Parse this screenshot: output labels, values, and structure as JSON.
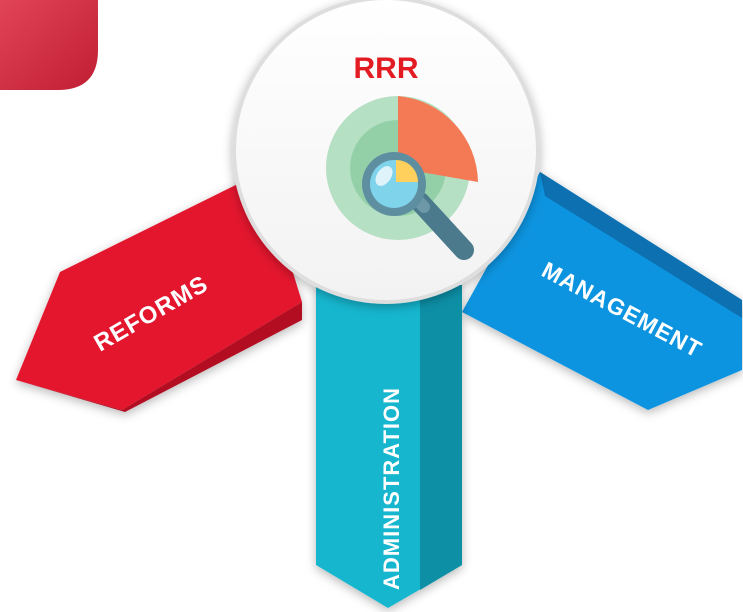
{
  "title": "RRR",
  "branches": {
    "reforms": {
      "label": "REFORMS"
    },
    "administration": {
      "label": "ADMINISTRATION"
    },
    "management": {
      "label": "MANAGEMENT"
    }
  },
  "colors": {
    "title": "#e31b23",
    "corner_tab": "#d42a3c",
    "reforms_front": "#e3182d",
    "reforms_dark": "#b30f22",
    "administration_front": "#19b6cf",
    "administration_dark": "#0d8fa6",
    "management_front": "#1094e0",
    "management_dark": "#0a6fb0",
    "icon_ring": "#b6e0c4",
    "icon_slice": "#f47a55",
    "icon_yellow": "#ffd15c",
    "icon_lens": "#7fd3ea",
    "icon_handle": "#4a7a8c",
    "icon_rim": "#5e8fa0"
  },
  "icons": {
    "center": "magnifier-chart-icon"
  }
}
